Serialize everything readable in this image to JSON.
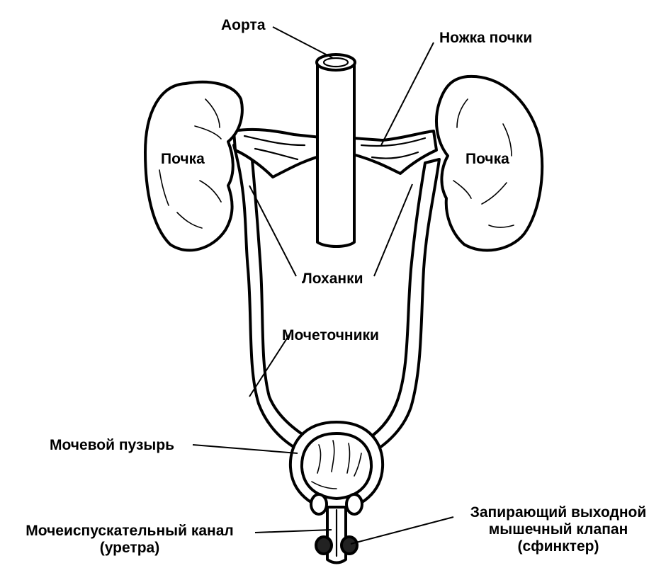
{
  "labels": {
    "aorta": "Аорта",
    "renal_pedicle": "Ножка почки",
    "kidney_left": "Почка",
    "kidney_right": "Почка",
    "pelvis": "Лоханки",
    "ureters": "Мочеточники",
    "bladder": "Мочевой пузырь",
    "urethra_line1": "Мочеиспускательный канал",
    "urethra_line2": "(уретра)",
    "sphincter_line1": "Запирающий выходной",
    "sphincter_line2": "мышечный клапан",
    "sphincter_line3": "(сфинктер)"
  },
  "colors": {
    "ink": "#000000",
    "paper": "#ffffff"
  }
}
